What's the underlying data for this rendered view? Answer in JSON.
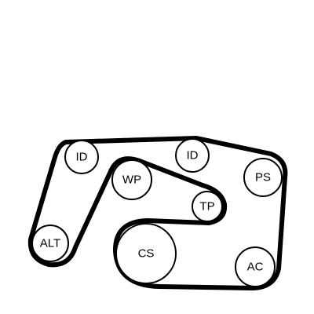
{
  "colors": {
    "background": "#ffffff",
    "line": "#000000"
  },
  "pulleys": [
    {
      "id": "idler_left",
      "label": "ID"
    },
    {
      "id": "idler_top",
      "label": "ID"
    },
    {
      "id": "water_pump",
      "label": "WP"
    },
    {
      "id": "power_steering",
      "label": "PS"
    },
    {
      "id": "tensioner",
      "label": "TP"
    },
    {
      "id": "alternator",
      "label": "ALT"
    },
    {
      "id": "crankshaft",
      "label": "CS"
    },
    {
      "id": "air_conditioning",
      "label": "AC"
    }
  ]
}
